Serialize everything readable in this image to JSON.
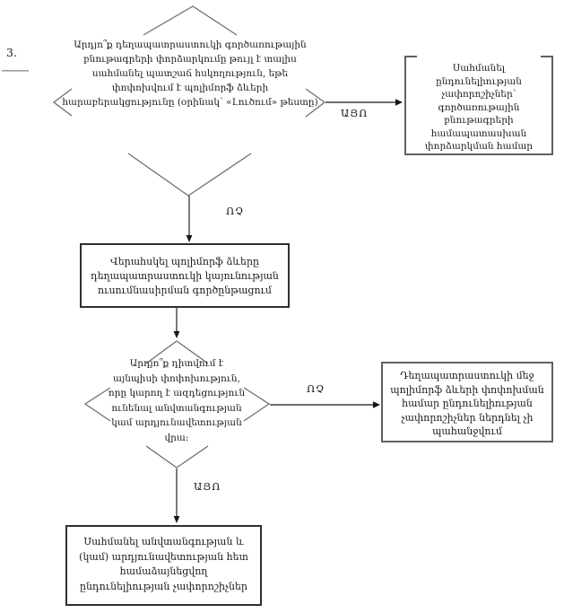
{
  "colors": {
    "line_gray": "#6f6f6f",
    "arrow_dark": "#3f3f3f",
    "border_dark": "#2f2f2f",
    "border_gray": "#606060",
    "text_color": "#1a1a1a",
    "page_bg": "#ffffff"
  },
  "page_marker": {
    "number": "3."
  },
  "flowchart": {
    "decision1": "Արդյո՞ք դեղապատրաստուկի գործառութային\nբնութագրերի փորձարկումը թույլ է տալիս\nսահմանել պատշաճ հսկողություն, եթե\nփոփոխվում է պոլիմորֆ ձևերի\nհարաբերակցությունը (օրինակ՝ «Լուծում» թեստը)",
    "edge_yes1": "ԱՅՈ",
    "edge_no1": "ՈՉ",
    "box_right1": "Սահմանել\nընդունելիության\nչափորոշիչներ՝\nգործառութային\nբնութագրերի\nհամապատասխան\nփորձարկման համար",
    "box_middle": "Վերահսկել պոլիմորֆ ձևերը\nդեղապատրաստուկի կայունության\nուսումնասիրման գործընթացում",
    "decision2": "Արդյո՞ք դիտվում է\nայնպիսի փոփոխություն,\nորը կարող է ազդեցություն\nունենալ անվտանգության\nկամ արդյունավետության\nվրա։",
    "edge_no2": "ՈՉ",
    "edge_yes2": "ԱՅՈ",
    "box_right2": "Դեղապատրաստուկի մեջ\nպոլիմորֆ ձևերի փոփոխման\nհամար ընդունելիության\nչափորոշիչներ ներդնել չի\nպահանջվում",
    "box_bottom": "Սահմանել անվտանգության և\n(կամ) արդյունավետության հետ\nհամաձայնեցվող\nընդունելիության չափորոշիչներ"
  }
}
